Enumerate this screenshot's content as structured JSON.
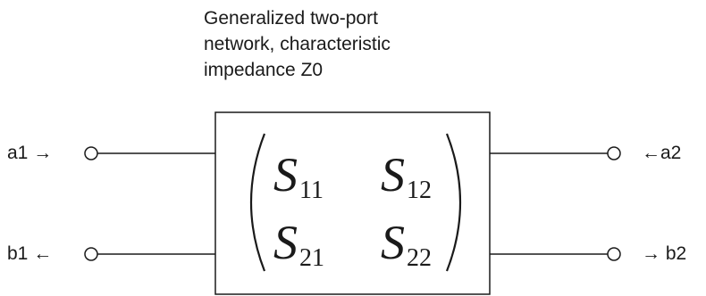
{
  "caption": {
    "lines": [
      "Generalized two-port",
      "network, characteristic",
      "impedance Z0"
    ]
  },
  "ports": {
    "a1": "a1 →",
    "b1": "b1 ←",
    "a2": "←a2",
    "b2": "→ b2"
  },
  "matrix": {
    "symbol": "S",
    "entries": [
      {
        "row": 1,
        "col": 1,
        "subscript": "11"
      },
      {
        "row": 1,
        "col": 2,
        "subscript": "12"
      },
      {
        "row": 2,
        "col": 1,
        "subscript": "21"
      },
      {
        "row": 2,
        "col": 2,
        "subscript": "22"
      }
    ]
  },
  "style": {
    "line_color": "#1a1a1a",
    "background": "#ffffff"
  }
}
